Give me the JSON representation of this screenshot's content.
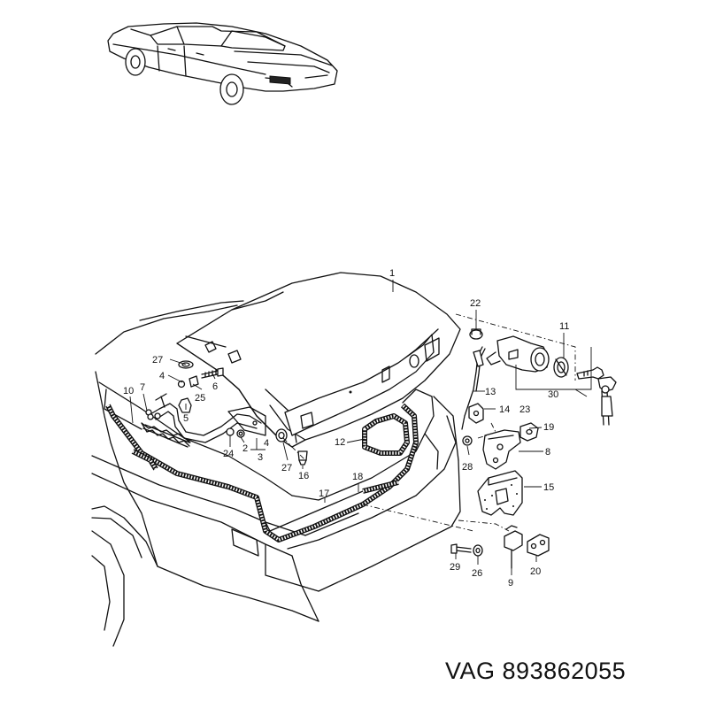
{
  "footer": {
    "brand": "VAG",
    "part_number": "893862055"
  },
  "callouts": {
    "c1": "1",
    "c2": "2",
    "c3": "3",
    "c4a": "4",
    "c4b": "4",
    "c5": "5",
    "c6": "6",
    "c7": "7",
    "c8": "8",
    "c9": "9",
    "c10": "10",
    "c11": "11",
    "c12": "12",
    "c13": "13",
    "c14": "14",
    "c15": "15",
    "c16": "16",
    "c17": "17",
    "c18": "18",
    "c19": "19",
    "c20": "20",
    "c22": "22",
    "c23": "23",
    "c24": "24",
    "c25": "25",
    "c26": "26",
    "c27a": "27",
    "c27b": "27",
    "c28": "28",
    "c29": "29",
    "c30": "30"
  },
  "colors": {
    "ink": "#111111",
    "paper": "#ffffff"
  }
}
